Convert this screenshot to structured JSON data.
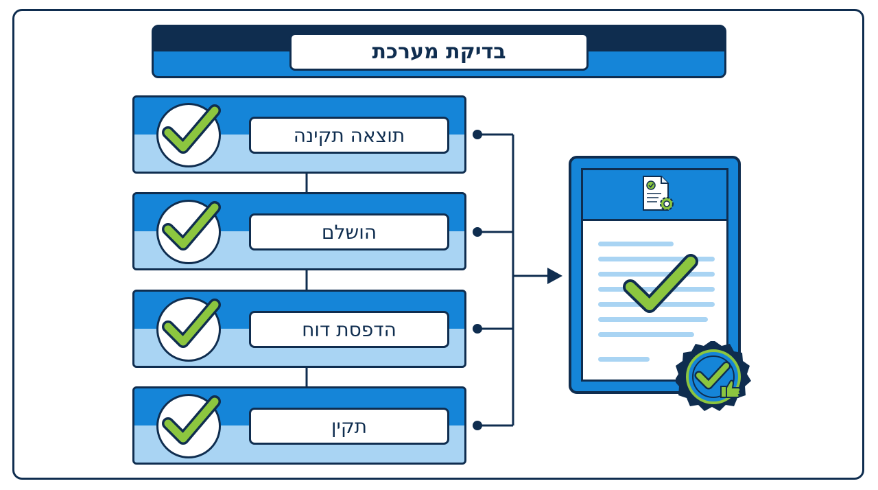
{
  "title": "בדיקת מערכת",
  "steps": [
    {
      "label": "תוצאה תקינה",
      "icon": "checkmark-icon"
    },
    {
      "label": "הושלם",
      "icon": "checkmark-icon"
    },
    {
      "label": "הדפסת דוח",
      "icon": "checkmark-icon"
    },
    {
      "label": "תקין",
      "icon": "checkmark-icon"
    }
  ],
  "report": {
    "header_icon": "document-gear-icon",
    "body_icon": "checkmark-icon",
    "badge_icon": "approval-seal-thumbs-up-icon"
  },
  "colors": {
    "navy": "#0f2d4f",
    "blue": "#1585d8",
    "light_blue": "#a9d4f3",
    "green": "#8cc63f"
  }
}
